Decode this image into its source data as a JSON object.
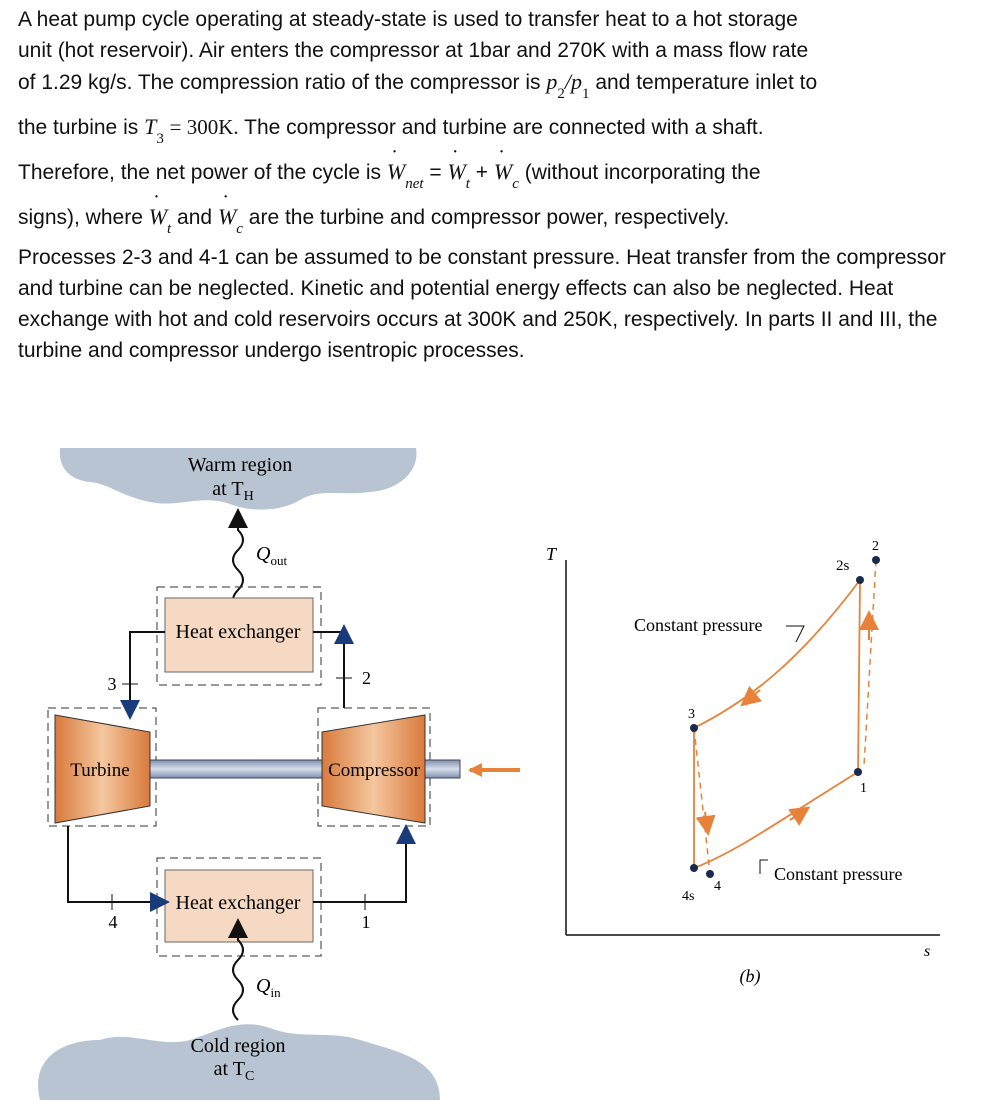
{
  "problem": {
    "p1a": "A heat pump cycle operating at steady-state is used to transfer heat to a hot storage",
    "p1b": "unit (hot reservoir). Air enters the compressor at  1bar and  270K with a mass flow rate",
    "p1c_pre": "of  1.29 kg/s. The compression ratio of the compressor is ",
    "p1c_post": " and temperature inlet to",
    "p2_pre": "the turbine is ",
    "p2_val": "= 300K.",
    "p2_post": " The compressor and turbine are connected with a shaft.",
    "p3_pre": "Therefore, the net power of the cycle is ",
    "p3_post": " (without incorporating the",
    "p4_pre": "signs), where ",
    "p4_mid": " and ",
    "p4_post": " are the turbine and compressor power, respectively.",
    "p5": "Processes 2-3 and 4-1 can be assumed to be constant pressure. Heat transfer from the compressor and turbine can be neglected. Kinetic and potential energy effects can also be neglected. Heat exchange with hot and cold reservoirs occurs at  300K and  250K, respectively. In parts II and III, the turbine and compressor undergo isentropic processes."
  },
  "schematic": {
    "warm": "Warm region",
    "warm_at": "at T",
    "warm_sub": "H",
    "cold": "Cold region",
    "cold_at": "at T",
    "cold_sub": "C",
    "qout": "Q",
    "qout_sub": "out",
    "qin": "Q",
    "qin_sub": "in",
    "hx_top": "Heat exchanger",
    "hx_bottom": "Heat exchanger",
    "turbine": "Turbine",
    "compressor": "Compressor",
    "s1": "1",
    "s2": "2",
    "s3": "3",
    "s4": "4"
  },
  "ts": {
    "t_axis": "T",
    "s_axis": "s",
    "cp_top": "Constant pressure",
    "cp_bottom": "Constant pressure",
    "p1": "1",
    "p2": "2",
    "p2s": "2s",
    "p3": "3",
    "p4": "4",
    "p4s": "4s",
    "caption": "(b)"
  },
  "colors": {
    "orange": "#e8823a",
    "cloud": "#b9c4d3",
    "hx": "#f6d9c3",
    "machine": "#e0955a"
  }
}
